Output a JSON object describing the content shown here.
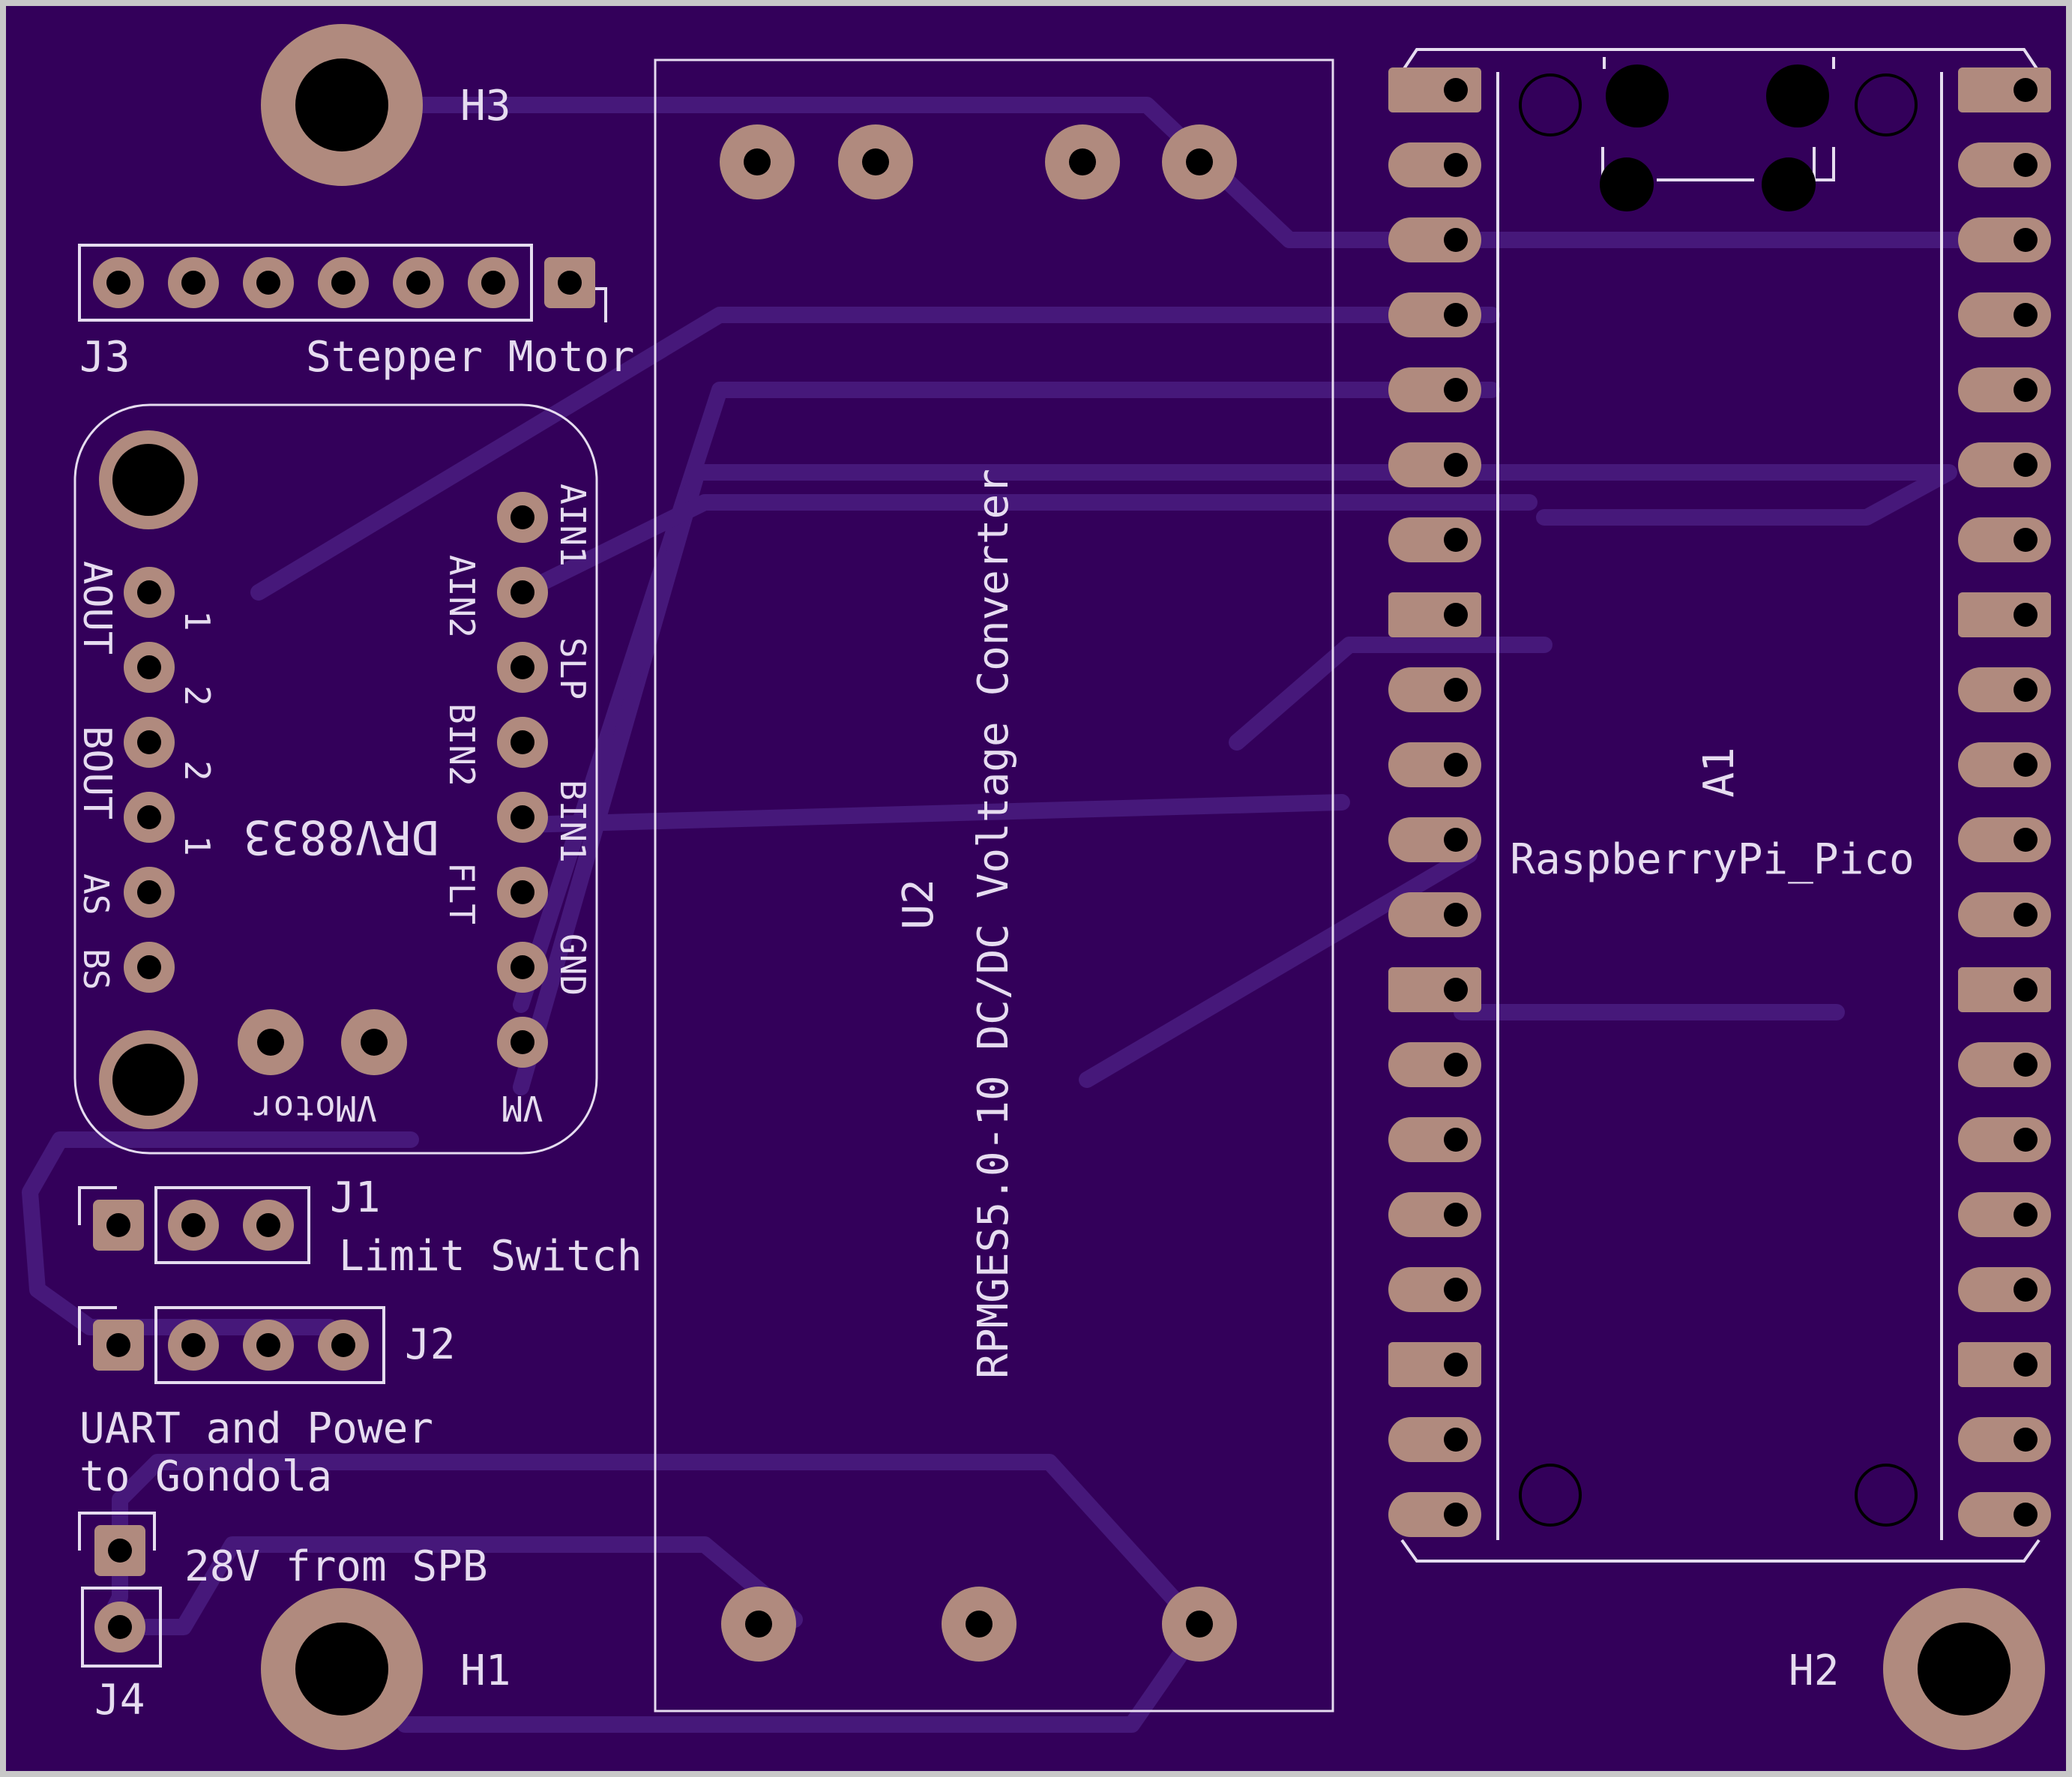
{
  "board": {
    "mounting_holes": {
      "h1": "H1",
      "h2": "H2",
      "h3": "H3"
    },
    "j3": {
      "ref": "J3",
      "label": "Stepper Motor"
    },
    "drv8833": {
      "name": "DRV8833",
      "right_pins": [
        "AIN1",
        "AIN2",
        "SLP",
        "BIN2",
        "BIN1",
        "FLT",
        "GND",
        "VM"
      ],
      "aout": "AOUT",
      "bout": "BOUT",
      "aout_pins": [
        "1",
        "2"
      ],
      "bout_pins": [
        "2",
        "1"
      ],
      "as_label": "AS",
      "bs_label": "BS",
      "vmotor_label": "VMotor"
    },
    "j1": {
      "ref": "J1",
      "label": "Limit Switch"
    },
    "j2": {
      "ref": "J2",
      "label_line1": "UART and Power",
      "label_line2": "to Gondola"
    },
    "j4": {
      "ref": "J4",
      "label": "28V from SPB"
    },
    "u2": {
      "ref": "U2",
      "value": "RPMGES5.0-10 DC/DC Voltage Converter"
    },
    "a1": {
      "ref": "A1",
      "value": "RaspberryPi_Pico"
    }
  },
  "colors": {
    "board": "#33005a",
    "edge": "#c8c8c8",
    "copper": "#b08a7e",
    "silkscreen": "#e6dcf0",
    "trace": "#46187a",
    "hole": "#000000"
  }
}
